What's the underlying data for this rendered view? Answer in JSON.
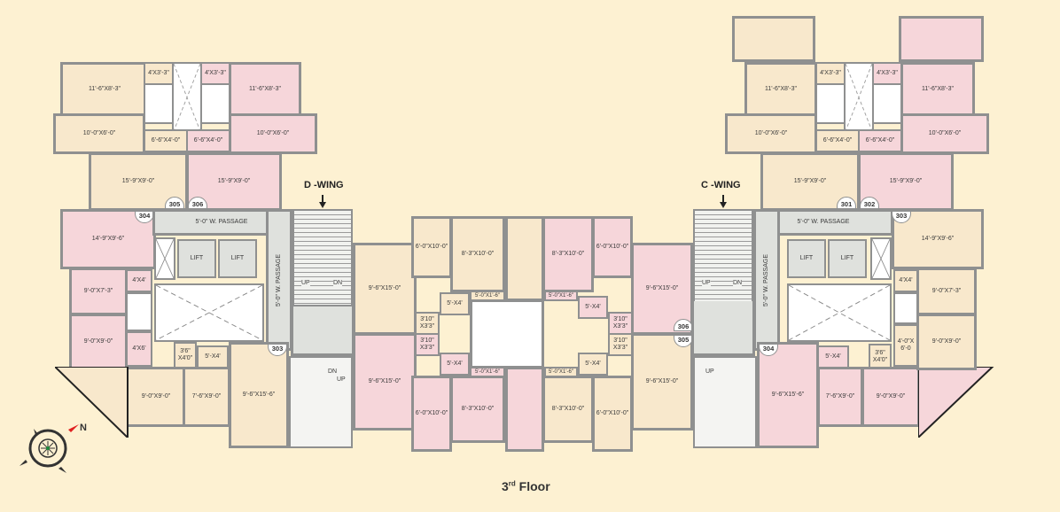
{
  "plan": {
    "title_main": "3",
    "title_sup": "rd",
    "title_rest": " Floor",
    "compass": {
      "north_label": "N"
    },
    "colors": {
      "background": "#fdf1d2",
      "beige_flat": "#f8e8cc",
      "pink_flat": "#f6d6da",
      "common_area": "#dfe1dd",
      "walls": "#8f9090",
      "north_arrow": "#e02020"
    }
  },
  "d_wing": {
    "label": "D -WING",
    "top_left": {
      "bed1": "11'-6\"X8'-3\"",
      "toilet": "4'X3'-3\"",
      "bath": "6'-6\"X4'-0\"",
      "kitchen": "10'-0\"X6'-0\"",
      "living": "15'-9\"X9'-0\""
    },
    "top_right": {
      "bed1": "11'-6\"X8'-3\"",
      "toilet": "4'X3'-3\"",
      "bath": "6'-6\"X4'-0\"",
      "kitchen": "10'-0\"X6'-0\"",
      "living": "15'-9\"X9'-0\""
    },
    "flat_305": "305",
    "flat_306": "306",
    "flat_304": "304",
    "flat_303": "303",
    "flat_301": "301",
    "flat_302": "302",
    "passage_h": "5'-0\" W. PASSAGE",
    "passage_v": "5'-0\" W. PASSAGE",
    "lift1": "LIFT",
    "lift2": "LIFT",
    "stair_up": "UP",
    "stair_dn": "DN",
    "stair2_dn": "DN",
    "stair2_up": "UP",
    "left": {
      "living": "14'-9\"X9'-6\"",
      "wc": "4'X4'",
      "kitchen": "9'-0\"X7'-3\"",
      "bed": "9'-0\"X9'-0\"",
      "bath": "4'X6'"
    },
    "bottom": {
      "toilet": "3'6\"\nX4'0\"",
      "bath": "5'-X4'",
      "bed1": "9'-0\"X9'-0\"",
      "bed2": "7'-6\"X9'-0\"",
      "living": "9'-6\"X15'-6\""
    },
    "center_top": {
      "living": "9'-6\"X15'-0\"",
      "bed1": "6'-0\"X10'-0\"",
      "bed2": "8'-3\"X10'-0\"",
      "bath": "5'-X4'",
      "duct": "5'-0\"X1'-6\"",
      "wc": "3'10\"\nX3'3\""
    },
    "center_bottom": {
      "living": "9'-6\"X15'-0\"",
      "bed1": "6'-0\"X10'-0\"",
      "bed2": "8'-3\"X10'-0\"",
      "bath": "5'-X4'",
      "duct": "5'-0\"X1'-6\"",
      "wc": "3'10\"\nX3'3\""
    }
  },
  "c_wing": {
    "label": "C -WING",
    "top_left": {
      "bed1": "11'-6\"X8'-3\"",
      "toilet": "4'X3'-3\"",
      "bath": "6'-6\"X4'-0\"",
      "kitchen": "10'-0\"X6'-0\"",
      "living": "15'-9\"X9'-0\""
    },
    "top_right": {
      "bed1": "11'-6\"X8'-3\"",
      "toilet": "4'X3'-3\"",
      "bath": "6'-6\"X4'-0\"",
      "kitchen": "10'-0\"X6'-0\"",
      "living": "15'-9\"X9'-0\""
    },
    "flat_301": "301",
    "flat_302": "302",
    "flat_303": "303",
    "flat_304": "304",
    "flat_305": "305",
    "flat_306": "306",
    "passage_h": "5'-0\" W. PASSAGE",
    "passage_v": "5'-0\" W. PASSAGE",
    "lift1": "LIFT",
    "lift2": "LIFT",
    "stair_up": "UP",
    "stair_dn": "DN",
    "stair2_up": "UP",
    "right": {
      "living": "14'-9\"X9'-6\"",
      "wc": "4'X4'",
      "kitchen": "9'-0\"X7'-3\"",
      "bed": "9'-0\"X9'-0\"",
      "bath": "4'-0\"X\n6'-0"
    },
    "bottom": {
      "toilet": "3'6\"\nX4'0\"",
      "bath": "5'-X4'",
      "bed1": "9'-0\"X9'-0\"",
      "bed2": "7'-6\"X9'-0\"",
      "living": "9'-6\"X15'-6\""
    },
    "center_top": {
      "living": "9'-6\"X15'-0\"",
      "bed1": "6'-0\"X10'-0\"",
      "bed2": "8'-3\"X10'-0\"",
      "bath": "5'-X4'",
      "duct": "5'-0\"X1'-6\"",
      "wc": "3'10\"\nX3'3\""
    },
    "center_bottom": {
      "living": "9'-6\"X15'-0\"",
      "bed1": "6'-0\"X10'-0\"",
      "bed2": "8'-3\"X10'-0\"",
      "bath": "5'-X4'",
      "duct": "5'-0\"X1'-6\"",
      "wc": "3'10\"\nX3'3\""
    }
  }
}
